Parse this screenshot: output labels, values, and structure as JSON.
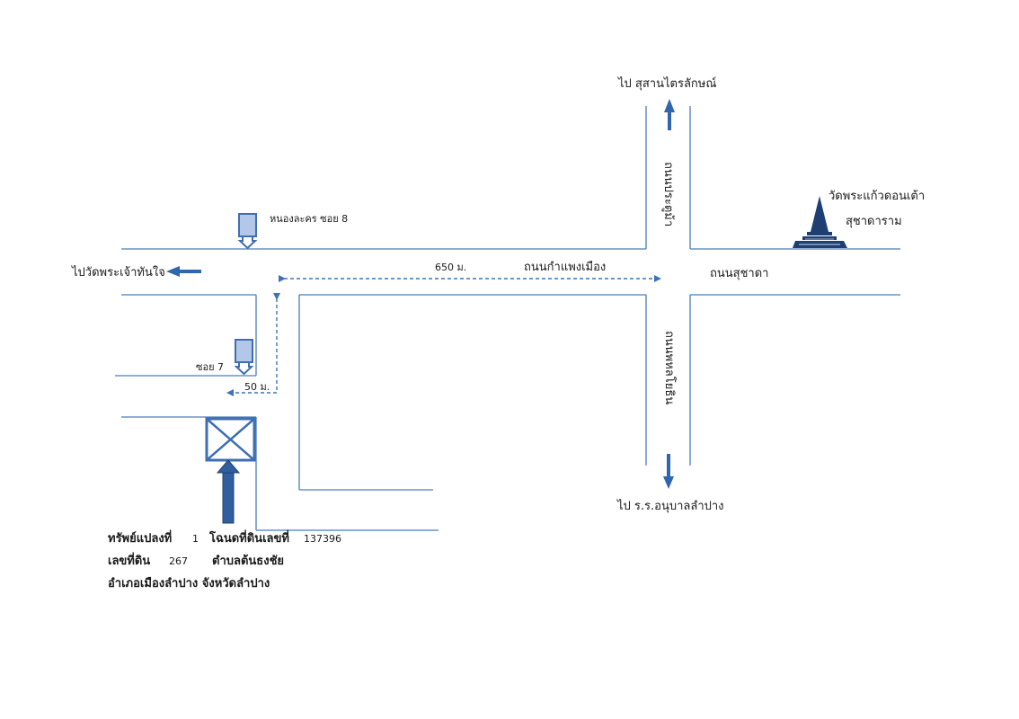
{
  "labels": {
    "north_destination": "ไป สุสานไตรลักษณ์",
    "west_destination": "ไปวัดพระเจ้าทันใจ",
    "south_destination": "ไป ร.ร.อนุบาลลำปาง",
    "soi8": "หนองละคร ซอย 8",
    "soi7": "ซอย 7",
    "temple_line1": "วัดพระแก้วดอนเต้า",
    "temple_line2": "สุชาดาราม",
    "road_main": "ถนนกำแพงเมือง",
    "road_east": "ถนนสุชาดา",
    "road_north": "ถนนประตูม้า",
    "road_south": "ถนนพหลโยธิน",
    "distance_main": "650 ม.",
    "distance_short": "50 ม."
  },
  "property": {
    "line1_a": "ทรัพย์แปลงที่",
    "line1_num": "1",
    "line1_b": "โฉนดที่ดินเลขที่",
    "line1_deed": "137396",
    "line2_a": "เลขที่ดิน",
    "line2_num": "267",
    "line2_b": "ตำบลต้นธงชัย",
    "line3": "อำเภอเมืองลำปาง  จังหวัดลำปาง"
  },
  "colors": {
    "road": "#4a7dbd",
    "arrow": "#2f66ad",
    "marker": "#3f6fb0",
    "marker_fill": "#b3c8e8",
    "temple": "#1f3f73"
  }
}
